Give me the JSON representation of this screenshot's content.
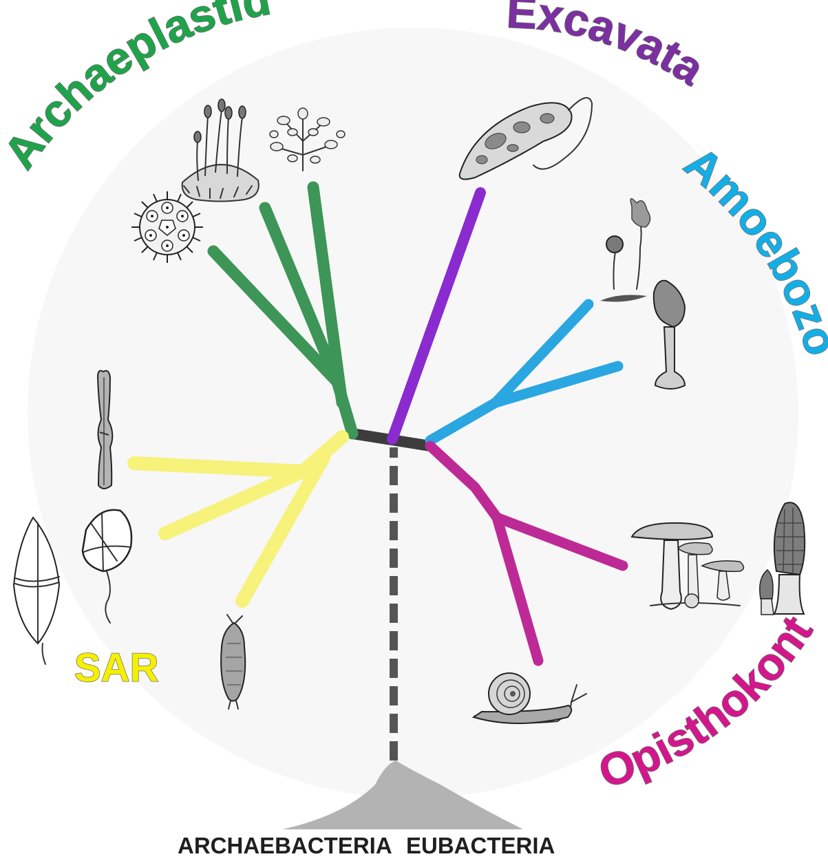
{
  "clades": {
    "archaeplastida": {
      "label": "Archaeplastida",
      "color": "#1fa34a"
    },
    "excavata": {
      "label": "Excavata",
      "color": "#7b2fa0"
    },
    "amoebozoa": {
      "label": "Amoebozoa",
      "color": "#14aee6"
    },
    "opisthokonta": {
      "label": "Opisthokonta",
      "color": "#d4168c"
    },
    "sar": {
      "label": "SAR",
      "color": "#f4f000"
    }
  },
  "base": {
    "left_label": "ARCHAEBACTERIA",
    "right_label": "EUBACTERIA"
  },
  "branch_colors": {
    "archaeplastida": "#3d9557",
    "excavata": "#8a2bd0",
    "amoebozoa": "#2aa6e0",
    "opisthokonta": "#bd2a95",
    "sar": "#f6f27a",
    "root": "#3c3c3c",
    "mound": "#b3b3b3"
  },
  "organisms": [
    "pediastrum-icon",
    "moss-icon",
    "plant-sprig-icon",
    "euglena-icon",
    "slime-mold-icon",
    "dictyostelium-icon",
    "mushroom-icon",
    "morel-icon",
    "snail-icon",
    "diatom-icon",
    "dinoflagellate-icon",
    "armored-dinoflagellate-icon",
    "ciliate-icon"
  ]
}
